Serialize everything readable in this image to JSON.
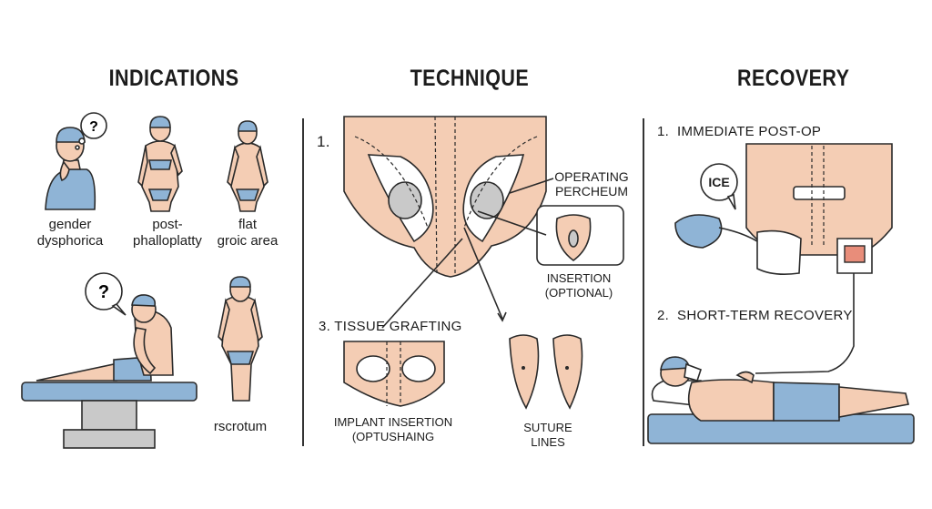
{
  "columns": {
    "indications": "INDICATIONS",
    "technique": "TECHNIQUE",
    "recovery": "RECOVERY"
  },
  "indications": {
    "fig1": "gender\ndysphorica",
    "fig2": "post-\nphalloplatty",
    "fig3": "flat\ngroic area",
    "fig4": "rscrotum",
    "bubble_mark": "?"
  },
  "technique": {
    "step1": "1.",
    "step3": "3. TISSUE GRAFTING",
    "operating": "OPERATING\nPERCHEUM",
    "insertion": "INSERTION\n(OPTIONAL)",
    "implant": "IMPLANT INSERTION\n(OPTUSHAING",
    "suture": "SUTURE\nLINES"
  },
  "recovery": {
    "step1": "1.  IMMEDIATE POST-OP",
    "ice": "ICE",
    "step2": "2.  SHORT-TERM RECOVERY"
  },
  "colors": {
    "skin": "#f4cdb4",
    "skin_shade": "#e9a98f",
    "blue": "#8fb4d6",
    "blue_dark": "#6f98bf",
    "line": "#2a2a2a"
  }
}
